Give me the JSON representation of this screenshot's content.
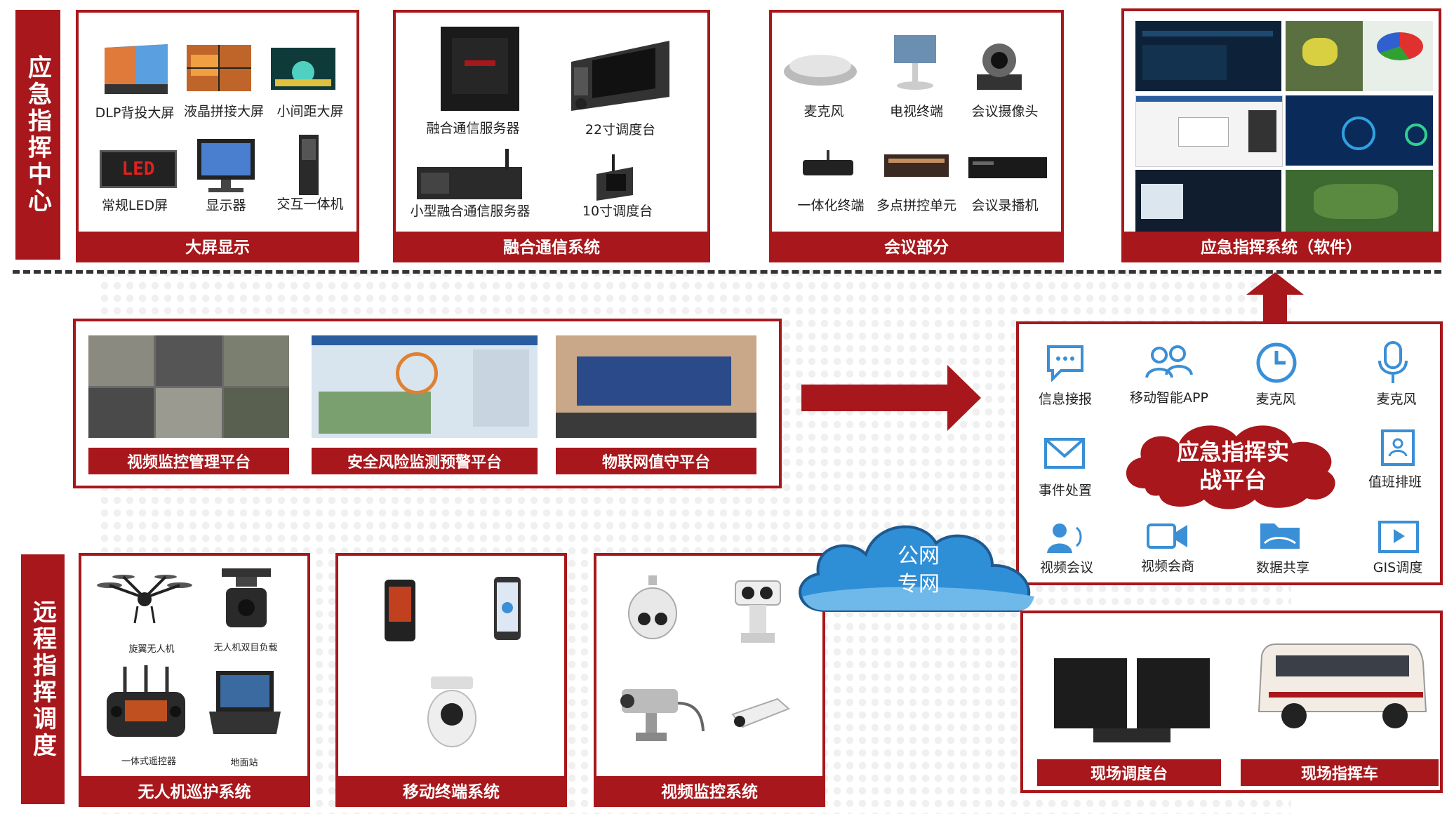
{
  "sections": {
    "command_center_label": "应急指挥中心",
    "remote_dispatch_label": "远程指挥调度"
  },
  "big_screen": {
    "title": "大屏显示",
    "items": [
      "DLP背投大屏",
      "液晶拼接大屏",
      "小间距大屏",
      "常规LED屏",
      "显示器",
      "交互一体机"
    ],
    "led_text": "LED"
  },
  "fusion_comm": {
    "title": "融合通信系统",
    "items": [
      "融合通信服务器",
      "22寸调度台",
      "小型融合通信服务器",
      "10寸调度台"
    ]
  },
  "conference": {
    "title": "会议部分",
    "items": [
      "麦克风",
      "电视终端",
      "会议摄像头",
      "一体化终端",
      "多点拼控单元",
      "会议录播机"
    ]
  },
  "software": {
    "title": "应急指挥系统（软件）"
  },
  "platforms": {
    "items": [
      "视频监控管理平台",
      "安全风险监测预警平台",
      "物联网值守平台"
    ]
  },
  "combat_platform": {
    "center_text": "应急指挥实战平台",
    "center_line1": "应急指挥实",
    "center_line2": "战平台",
    "items": [
      "信息接报",
      "移动智能APP",
      "麦克风",
      "麦克风",
      "事件处置",
      "值班排班",
      "视频会议",
      "视频会商",
      "数据共享",
      "GIS调度"
    ]
  },
  "cloud": {
    "line1": "公网",
    "line2": "专网"
  },
  "uav": {
    "title": "无人机巡护系统",
    "items": [
      "旋翼无人机",
      "无人机双目负载",
      "一体式遥控器",
      "地面站"
    ]
  },
  "mobile": {
    "title": "移动终端系统"
  },
  "video": {
    "title": "视频监控系统"
  },
  "field": {
    "items": [
      "现场调度台",
      "现场指挥车"
    ]
  },
  "colors": {
    "brand_red": "#a8171b",
    "cloud_blue": "#2f8fd6",
    "icon_blue": "#3a8fd6"
  }
}
